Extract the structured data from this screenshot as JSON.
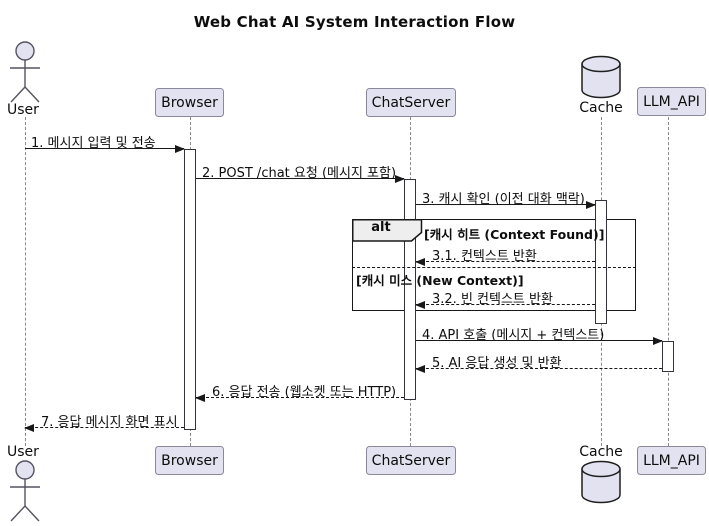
{
  "title": "Web Chat AI System Interaction Flow",
  "participants": {
    "user": {
      "label": "User",
      "kind": "actor"
    },
    "browser": {
      "label": "Browser",
      "kind": "participant"
    },
    "chatserver": {
      "label": "ChatServer",
      "kind": "participant"
    },
    "cache": {
      "label": "Cache",
      "kind": "database"
    },
    "llm_api": {
      "label": "LLM_API",
      "kind": "participant"
    }
  },
  "messages": {
    "m1": {
      "label": "1. 메시지 입력 및 전송",
      "from": "User",
      "to": "Browser",
      "line": "solid"
    },
    "m2": {
      "label": "2. POST /chat 요청 (메시지 포함)",
      "from": "Browser",
      "to": "ChatServer",
      "line": "solid"
    },
    "m3": {
      "label": "3. 캐시 확인 (이전 대화 맥락)",
      "from": "ChatServer",
      "to": "Cache",
      "line": "solid"
    },
    "m3_1": {
      "label": "3.1. 컨텍스트 반환",
      "from": "Cache",
      "to": "ChatServer",
      "line": "dashed"
    },
    "m3_2": {
      "label": "3.2. 빈 컨텍스트 반환",
      "from": "Cache",
      "to": "ChatServer",
      "line": "dashed"
    },
    "m4": {
      "label": "4. API 호출 (메시지 + 컨텍스트)",
      "from": "ChatServer",
      "to": "LLM_API",
      "line": "solid"
    },
    "m5": {
      "label": "5. AI 응답 생성 및 반환",
      "from": "LLM_API",
      "to": "ChatServer",
      "line": "dashed"
    },
    "m6": {
      "label": "6. 응답 전송 (웹소켓 또는 HTTP)",
      "from": "ChatServer",
      "to": "Browser",
      "line": "dashed"
    },
    "m7": {
      "label": "7. 응답 메시지 화면 표시",
      "from": "Browser",
      "to": "User",
      "line": "dashed"
    }
  },
  "alt_frame": {
    "keyword": "alt",
    "guard_hit": "[캐시 히트 (Context Found)]",
    "guard_miss": "[캐시 미스 (New Context)]"
  },
  "colors": {
    "background": "#FFFFFF",
    "participant_fill": "#E2E2F0",
    "participant_border": "#8A889A",
    "frame_border": "#181818",
    "frame_label_fill": "#EEEEEE",
    "lifeline": "#8A8A8A",
    "arrow": "#181818",
    "activation_fill": "#FFFFFF"
  }
}
